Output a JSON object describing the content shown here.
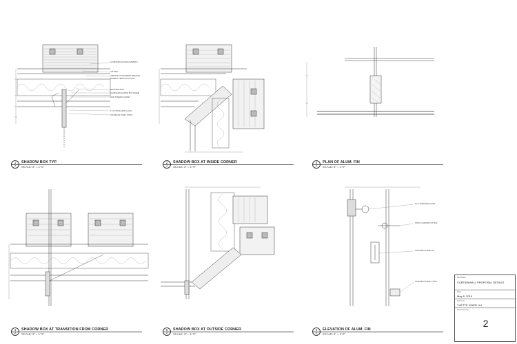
{
  "details": [
    {
      "num": "1",
      "sheet": "2",
      "title": "SHADOW BOX TYP",
      "scale": "SCALE: 3\" = 1'-0\""
    },
    {
      "num": "2",
      "sheet": "2",
      "title": "SHADOW BOX AT INSIDE CORNER",
      "scale": "SCALE: 3\" = 1'-0\""
    },
    {
      "num": "3",
      "sheet": "2",
      "title": "PLAN OF ALUM. FIN",
      "scale": "SCALE: 3\" = 1'-0\""
    },
    {
      "num": "4",
      "sheet": "2",
      "title": "SHADOW BOX AT TRANSITION FROM CORNER",
      "scale": "SCALE: 3\" = 1'-0\""
    },
    {
      "num": "5",
      "sheet": "2",
      "title": "SHADOW BOX AT OUTSIDE CORNER",
      "scale": "SCALE: 3\" = 1'-0\""
    },
    {
      "num": "6",
      "sheet": "2",
      "title": "ELEVATION OF ALUM. FIN",
      "scale": "SCALE: 3\" = 1'-0\""
    }
  ],
  "annotations_detail1": [
    "ALUMINUM ANCHOR ASSEMBLY",
    "AIR SEAL",
    "VERTICAL ATTACHMENT BRACKET",
    "MINERAL FIBER INSULATION",
    "WEATHER SEAL",
    "ALUMINUM SHADOW BOX FRAME",
    "RAIN SCREEN GASKET",
    "1 1/2\" INSULATED GLASS",
    "STAINLESS STEEL STRUT"
  ],
  "annotations_detail6": [
    "1/2\" LAMINATED GLASS",
    "STRUT SUPPORT FITTING",
    "STAINLESS STEEL FIN",
    "STAINLESS STEEL STRUT"
  ],
  "title_block": {
    "description_label": "Description",
    "description": "CURTAINWALL PROPOSAL DETAILS",
    "date_label": "Date",
    "date": "May 6, 2019",
    "drawn_label": "Drawn by",
    "drawn_by": "YVETTE XINER LIU",
    "sheet_label": "Sheet Number",
    "sheet_number": "2"
  }
}
